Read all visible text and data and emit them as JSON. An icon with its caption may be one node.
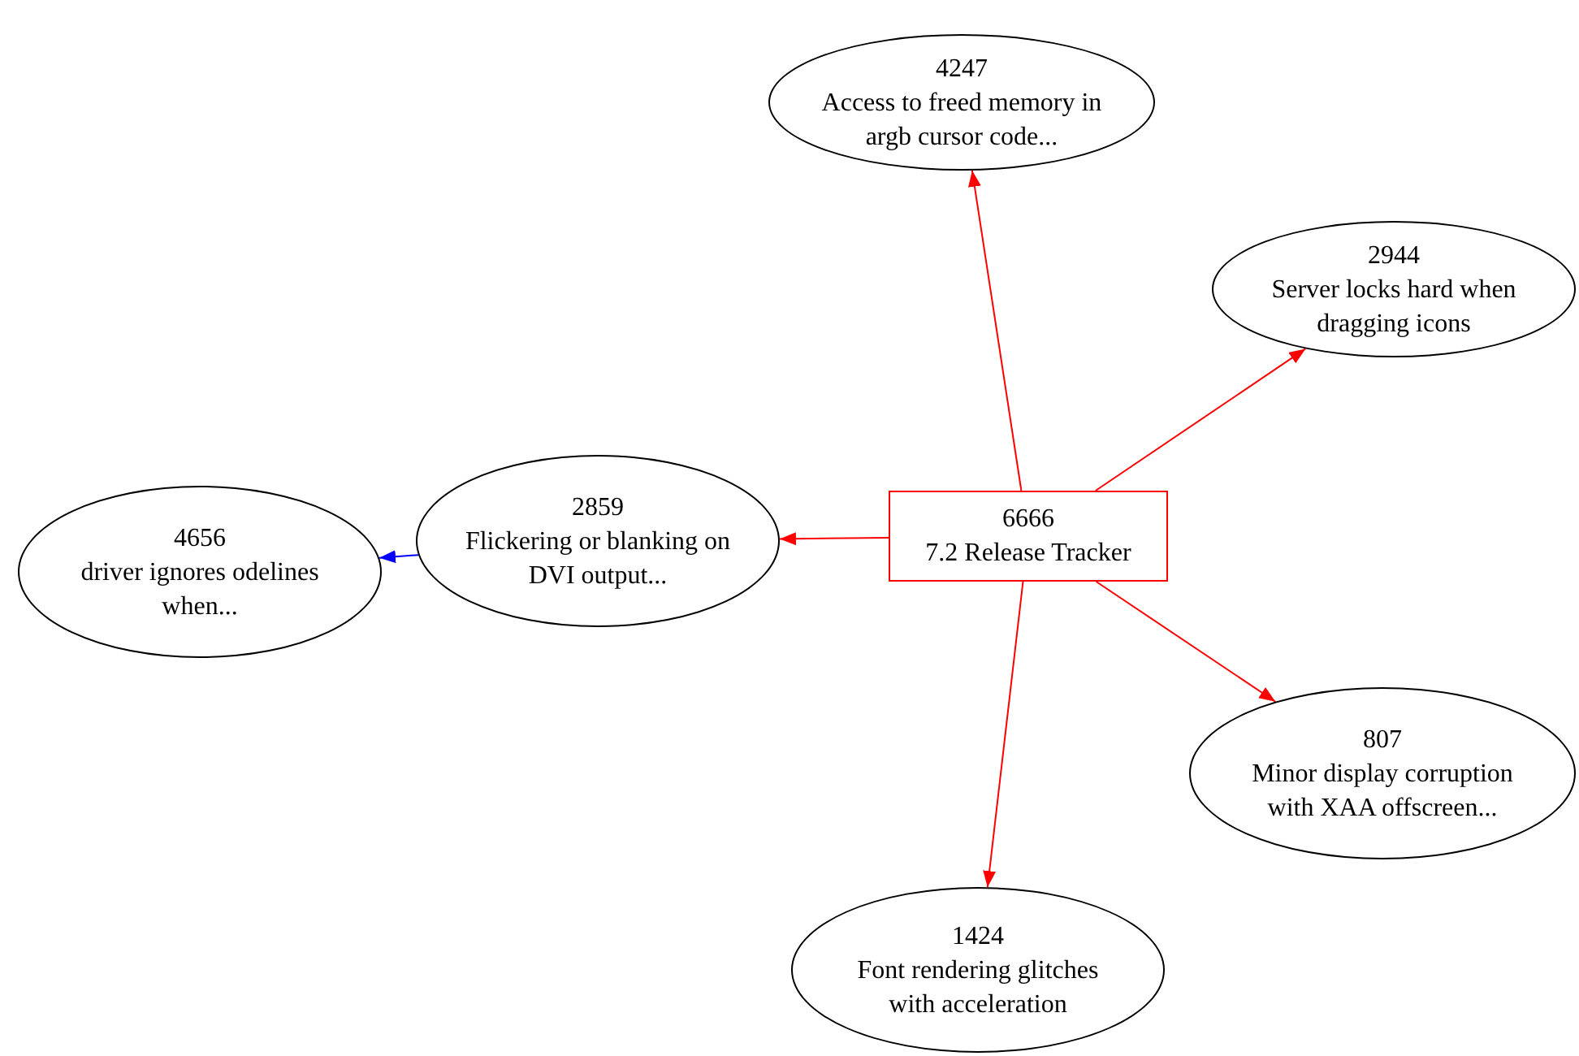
{
  "diagram": {
    "nodes": [
      {
        "text": [
          "6666",
          "7.2 Release Tracker"
        ]
      },
      {
        "text": [
          "4247",
          "Access to freed memory in argb cursor code..."
        ]
      },
      {
        "text": [
          "2944",
          "Server locks hard when dragging icons"
        ]
      },
      {
        "text": [
          "2859",
          "Flickering or blanking on DVI output..."
        ]
      },
      {
        "text": [
          "4656",
          "driver ignores odelines when..."
        ]
      },
      {
        "text": [
          "807",
          "Minor display corruption with XAA offscreen..."
        ]
      },
      {
        "text": [
          "1424",
          "Font rendering glitches with acceleration"
        ]
      }
    ],
    "edges": [
      {
        "from": 0,
        "to": 1,
        "arrow": "to"
      },
      {
        "from": 0,
        "to": 2,
        "arrow": "to"
      },
      {
        "from": 0,
        "to": 3,
        "arrow": "to"
      },
      {
        "from": 0,
        "to": 5,
        "arrow": "to"
      },
      {
        "from": 0,
        "to": 6,
        "arrow": "to"
      },
      {
        "from": 3,
        "to": 4,
        "arrow": "to",
        "color": "#0000ff"
      }
    ]
  }
}
